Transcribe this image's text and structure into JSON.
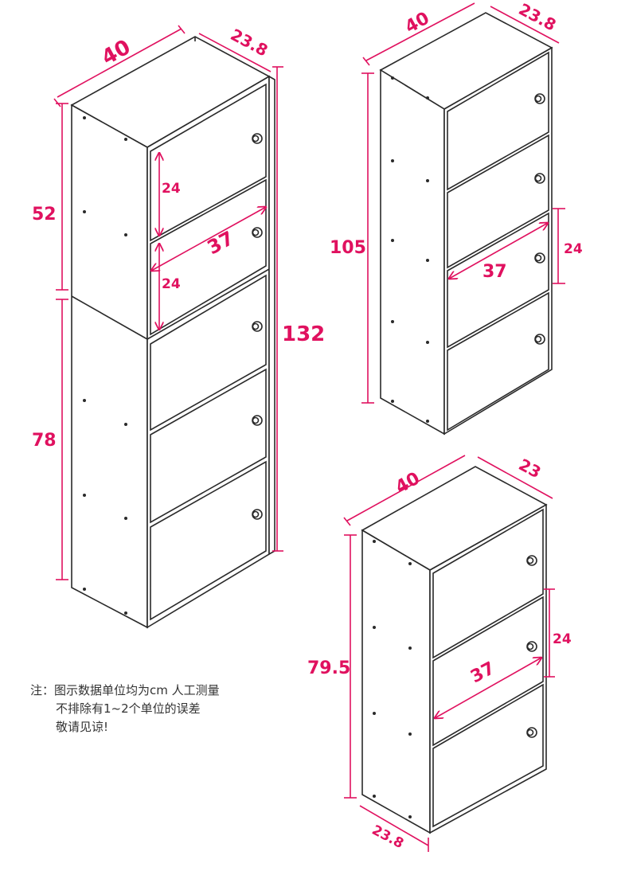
{
  "colors": {
    "dimension": "#e0115f",
    "outline": "#2a2a2a",
    "background": "#ffffff"
  },
  "cabinet_tall": {
    "width": "40",
    "depth": "23.8",
    "upper_height": "52",
    "lower_height": "78",
    "total_height": "132",
    "door_height_top": "24",
    "door_height_second": "24",
    "door_width": "37"
  },
  "cabinet_medium": {
    "width": "40",
    "depth": "23.8",
    "height": "105",
    "door_height": "24",
    "door_width": "37"
  },
  "cabinet_short": {
    "width": "40",
    "depth_top": "23",
    "depth_bottom": "23.8",
    "height": "79.5",
    "door_height": "24",
    "door_width": "37"
  },
  "note": {
    "line1": "注：图示数据单位均为cm 人工测量",
    "line2": "不排除有1~2个单位的误差",
    "line3": "敬请见谅!"
  }
}
